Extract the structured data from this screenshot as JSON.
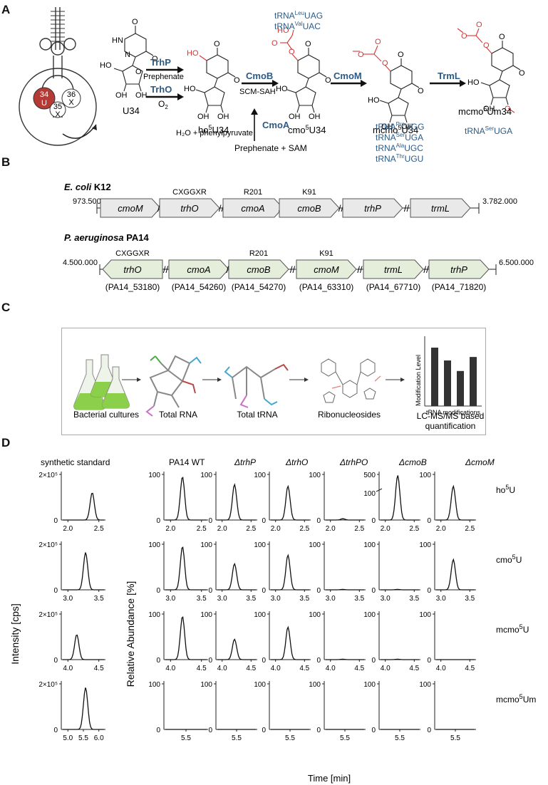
{
  "panels": {
    "a": "A",
    "b": "B",
    "c": "C",
    "d": "D"
  },
  "panel_a": {
    "loop": {
      "n34": "34",
      "u": "U",
      "n35": "35",
      "x35": "X",
      "n36": "36",
      "x36": "X"
    },
    "u34": "U34",
    "trhp": "TrhP",
    "prephenate_sub": "Prephenate",
    "trho": "TrhO",
    "o2": "O",
    "o2_sub": "2",
    "ho5u34": "ho",
    "ho5u34_sup": "5",
    "ho5u34_end": "U34",
    "cmob": "CmoB",
    "scm_sah": "SCM-SAH",
    "cmo5u34": "cmo",
    "cmo5u34_sup": "5",
    "cmo5u34_end": "U34",
    "cmom": "CmoM",
    "mcmo5u34": "mcmo",
    "mcmo5u34_sup": "5",
    "mcmo5u34_end": "U34",
    "trml": "TrmL",
    "mcmo5um34": "mcmo",
    "mcmo5um34_sup": "5",
    "mcmo5um34_end": "Um34",
    "cmoa": "CmoA",
    "h2o_phe": "H₂O + phenylpyruvate",
    "prephenate_sam": "Prephenate + SAM",
    "trna_top": [
      {
        "a": "tRNA",
        "sup": "Leu",
        "b": "UAG"
      },
      {
        "a": "tRNA",
        "sup": "Val",
        "b": "UAC"
      }
    ],
    "trna_mid": [
      {
        "a": "tRNA",
        "sup": "Pro",
        "b": "UGG"
      },
      {
        "a": "tRNA",
        "sup": "Ser",
        "b": "UGA"
      },
      {
        "a": "tRNA",
        "sup": "Ala",
        "b": "UGC"
      },
      {
        "a": "tRNA",
        "sup": "Thr",
        "b": "UGU"
      }
    ],
    "trna_right": {
      "a": "tRNA",
      "sup": "Ser",
      "b": "UGA"
    }
  },
  "panel_b": {
    "ecoli_species": "E. coli",
    "ecoli_strain": "K12",
    "ecoli_start": "973.500",
    "ecoli_end": "3.782.000",
    "ecoli_genes": [
      "cmoM",
      "trhO",
      "cmoA",
      "cmoB",
      "trhP",
      "trmL"
    ],
    "ecoli_annot": {
      "trhO": "CXGGXR",
      "cmoA": "R201",
      "cmoB": "K91"
    },
    "pa_species": "P. aeruginosa",
    "pa_strain": "PA14",
    "pa_start": "4.500.000",
    "pa_end": "6.500.000",
    "pa_genes": [
      "trhO",
      "cmoA",
      "cmoB",
      "cmoM",
      "trmL",
      "trhP"
    ],
    "pa_annot": {
      "trhO": "CXGGXR",
      "cmoB": "R201",
      "cmoM": "K91"
    },
    "pa_loci": [
      "PA14_53180",
      "PA14_54260",
      "PA14_54270",
      "PA14_63310",
      "PA14_67710",
      "PA14_71820"
    ]
  },
  "panel_c": {
    "steps": [
      "Bacterial cultures",
      "Total RNA",
      "Total tRNA",
      "Ribonucleosides"
    ],
    "last_line1": "LC-MS/MS based",
    "last_line2": "quantification",
    "mini_ylabel": "Modification Level",
    "mini_xlabel": "tRNA modifications",
    "mini_bars": [
      1.0,
      0.78,
      0.6,
      0.84
    ]
  },
  "panel_d": {
    "col_titles": [
      "synthetic standard",
      "PA14 WT",
      "ΔtrhP",
      "ΔtrhO",
      "ΔtrhPO",
      "ΔcmoB",
      "ΔcmoM"
    ],
    "row_labels": [
      {
        "a": "ho",
        "sup": "5",
        "b": "U"
      },
      {
        "a": "cmo",
        "sup": "5",
        "b": "U"
      },
      {
        "a": "mcmo",
        "sup": "5",
        "b": "U"
      },
      {
        "a": "mcmo",
        "sup": "5",
        "b": "Um"
      }
    ],
    "ylabel_std": "Intensity [cps]",
    "ylabel_rel": "Relative Abundance [%]",
    "xlabel": "Time [min]",
    "std_ytick": "2×10⁵",
    "rel_ytick_top": "100",
    "rel_ytick_zero": "0",
    "cmob_ytick_top": "500",
    "cmob_ytick_mid": "100",
    "row_xticks": [
      {
        "std": [
          "2.0",
          "2.5"
        ],
        "rel": [
          "2.0",
          "2.5"
        ]
      },
      {
        "std": [
          "3.0",
          "3.5"
        ],
        "rel": [
          "3.0",
          "3.5"
        ]
      },
      {
        "std": [
          "4.0",
          "4.5"
        ],
        "rel": [
          "4.0",
          "4.5"
        ]
      },
      {
        "std": [
          "5.0",
          "5.5",
          "6.0"
        ],
        "rel": [
          "5.5"
        ]
      }
    ],
    "chart_data": {
      "type": "line",
      "peaks_percent": [
        [
          100,
          82,
          78,
          3,
          500,
          78
        ],
        [
          100,
          60,
          80,
          1,
          1,
          70
        ],
        [
          100,
          47,
          75,
          1,
          1,
          0
        ],
        [
          0,
          0,
          0,
          0,
          0,
          0
        ]
      ]
    }
  }
}
